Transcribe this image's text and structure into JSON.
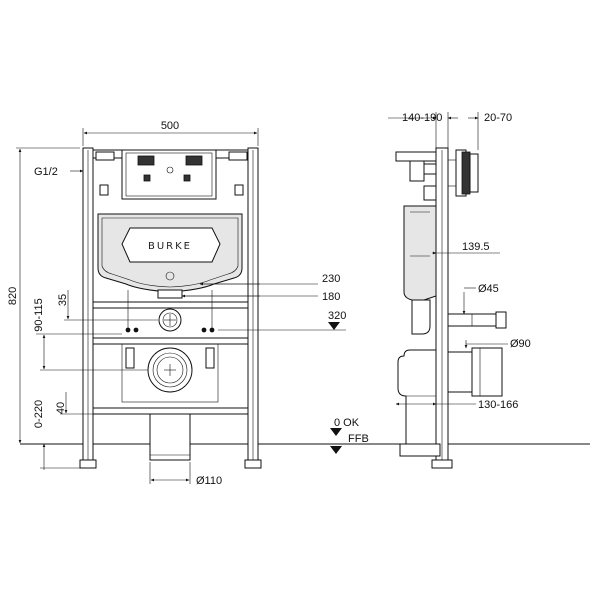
{
  "front_view": {
    "width_label": "500",
    "height_label": "820",
    "water_inlet_label": "G1/2",
    "brand_label": "BURKE",
    "dim_230": "230",
    "dim_180": "180",
    "dim_320": "320",
    "dim_35": "35",
    "dim_90_115": "90-115",
    "dim_40": "40",
    "dim_0_220": "0-220",
    "drain_diameter": "Ø110",
    "level_ok": "0  OK",
    "level_ffb": "FFB"
  },
  "side_view": {
    "dim_140_190": "140-190",
    "dim_20_70": "20-70",
    "dim_139_5": "139.5",
    "dim_45": "Ø45",
    "dim_90": "Ø90",
    "dim_130_166": "130-166"
  }
}
